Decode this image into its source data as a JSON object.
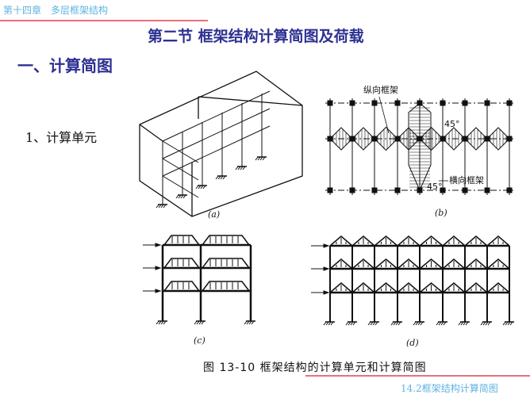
{
  "header": {
    "chapter": "第十四章　多层框架结构"
  },
  "slide": {
    "title": "第二节  框架结构计算简图及荷载",
    "section": "一、计算简图",
    "subsection": "1、计算单元"
  },
  "figure": {
    "labels": {
      "a": "(a)",
      "b": "(b)",
      "c": "(c)",
      "d": "(d)"
    },
    "b_annotations": {
      "longitudinal": "纵向框架",
      "transverse": "横向框架",
      "angle_top": "45°",
      "angle_bottom": "45°"
    },
    "caption": "图 13-10   框架结构的计算单元和计算简图"
  },
  "footer": {
    "text": "14.2框架结构计算简图"
  }
}
